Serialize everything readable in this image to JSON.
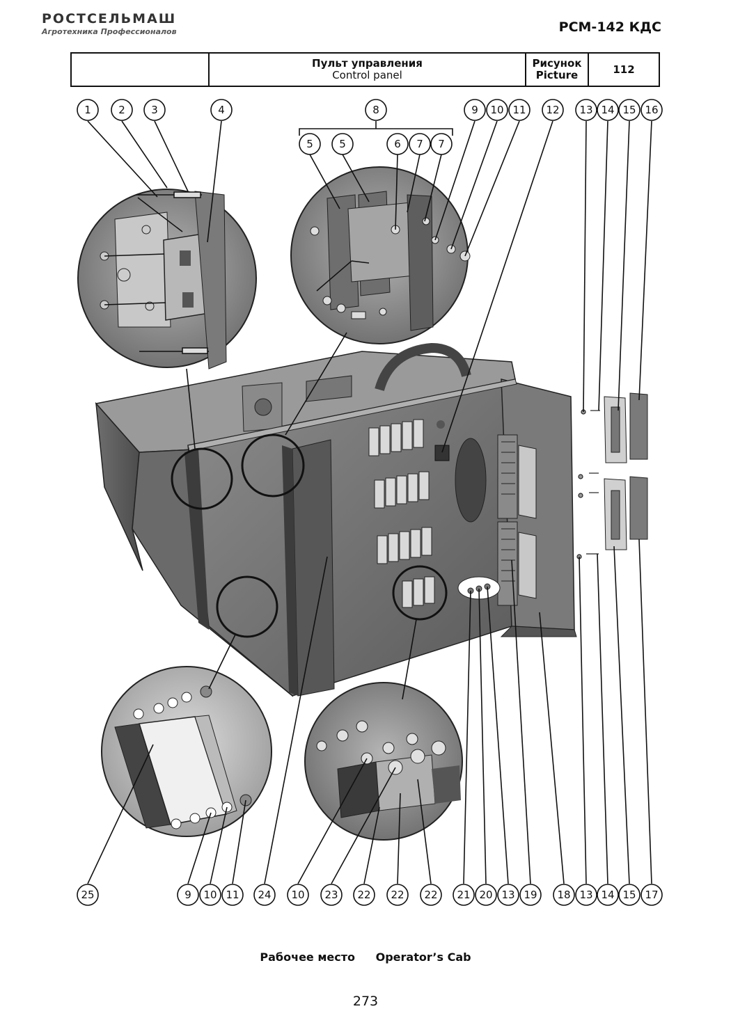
{
  "header": {
    "brand_logo": "РОСТСЕЛЬМАШ",
    "brand_tagline": "Агротехника Профессионалов",
    "model": "РСМ-142 КДС"
  },
  "title_block": {
    "title_ru": "Пульт управления",
    "title_en": "Control panel",
    "picture_label_ru": "Рисунок",
    "picture_label_en": "Picture",
    "picture_number": "112"
  },
  "callouts_top": [
    "1",
    "2",
    "3",
    "4",
    "8",
    "5",
    "5",
    "6",
    "7",
    "7",
    "9",
    "10",
    "11",
    "12",
    "13",
    "14",
    "15",
    "16"
  ],
  "callouts_bottom": [
    "25",
    "9",
    "10",
    "11",
    "24",
    "10",
    "23",
    "22",
    "22",
    "22",
    "21",
    "20",
    "13",
    "19",
    "18",
    "13",
    "14",
    "15",
    "17"
  ],
  "footer": {
    "section_ru": "Рабочее место",
    "section_en": "Operator’s Cab",
    "page_number": "273"
  }
}
